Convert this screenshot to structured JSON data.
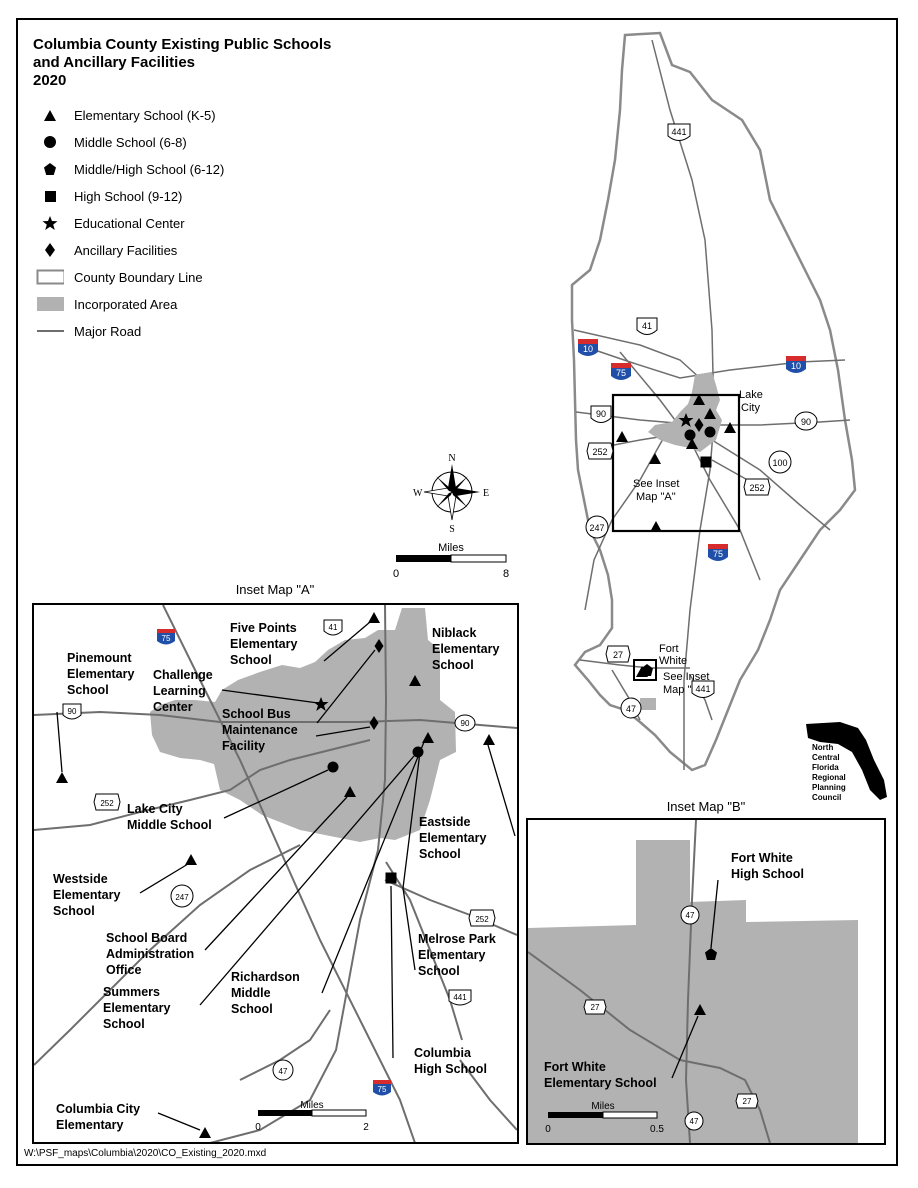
{
  "title": {
    "line1": "Columbia County Existing Public Schools",
    "line2": "and Ancillary Facilities",
    "line3": "2020"
  },
  "legend": [
    {
      "symbol": "triangle",
      "label": "Elementary School (K-5)"
    },
    {
      "symbol": "circle",
      "label": "Middle School (6-8)"
    },
    {
      "symbol": "pentagon",
      "label": "Middle/High School (6-12)"
    },
    {
      "symbol": "square",
      "label": "High School (9-12)"
    },
    {
      "symbol": "star",
      "label": "Educational Center"
    },
    {
      "symbol": "diamond",
      "label": "Ancillary Facilities"
    },
    {
      "symbol": "boundary",
      "label": "County Boundary Line"
    },
    {
      "symbol": "incorporated",
      "label": "Incorporated Area"
    },
    {
      "symbol": "road",
      "label": "Major Road"
    }
  ],
  "colors": {
    "incorporated": "#b2b2b2",
    "road": "#6e6e6e",
    "interstate_red": "#d62c2c",
    "interstate_blue": "#1f4fa8"
  },
  "compass": {
    "n": "N",
    "s": "S",
    "e": "E",
    "w": "W"
  },
  "main_scale": {
    "title": "Miles",
    "min": "0",
    "max": "8"
  },
  "main_labels": {
    "lake_city": [
      "Lake",
      "City"
    ],
    "fort_white": [
      "Fort",
      "White"
    ],
    "inset_a_note": [
      "See Inset",
      "Map \"A\""
    ],
    "inset_b_note": [
      "See Inset",
      "Map \"B\""
    ]
  },
  "main_routes": [
    "441",
    "41",
    "10",
    "10",
    "75",
    "90",
    "90",
    "252",
    "252",
    "100",
    "247",
    "75",
    "27",
    "441",
    "47"
  ],
  "rpc_label": [
    "North",
    "Central",
    "Florida",
    "Regional",
    "Planning",
    "Council"
  ],
  "inset_a": {
    "title": "Inset Map \"A\"",
    "routes": [
      "75",
      "41",
      "90",
      "90",
      "252",
      "247",
      "252",
      "441",
      "47",
      "75"
    ],
    "labels": {
      "five_points": [
        "Five Points",
        "Elementary",
        "School"
      ],
      "niblack": [
        "Niblack",
        "Elementary",
        "School"
      ],
      "pinemount": [
        "Pinemount",
        "Elementary",
        "School"
      ],
      "challenge": [
        "Challenge",
        "Learning",
        "Center"
      ],
      "school_bus": [
        "School Bus",
        "Maintenance",
        "Facility"
      ],
      "lake_city_ms": [
        "Lake City",
        "Middle School"
      ],
      "eastside": [
        "Eastside",
        "Elementary",
        "School"
      ],
      "westside": [
        "Westside",
        "Elementary",
        "School"
      ],
      "school_board": [
        "School Board",
        "Administration",
        "Office"
      ],
      "summers": [
        "Summers",
        "Elementary",
        "School"
      ],
      "richardson": [
        "Richardson",
        "Middle",
        "School"
      ],
      "melrose": [
        "Melrose Park",
        "Elementary",
        "School"
      ],
      "columbia_hs": [
        "Columbia",
        "High School"
      ],
      "columbia_city": [
        "Columbia City",
        "Elementary"
      ]
    },
    "scale": {
      "title": "Miles",
      "min": "0",
      "max": "2"
    }
  },
  "inset_b": {
    "title": "Inset Map \"B\"",
    "routes": [
      "47",
      "27",
      "47",
      "27"
    ],
    "labels": {
      "fw_high": [
        "Fort White",
        "High School"
      ],
      "fw_elem": [
        "Fort White",
        "Elementary School"
      ]
    },
    "scale": {
      "title": "Miles",
      "min": "0",
      "max": "0.5"
    }
  },
  "file_path": "W:\\PSF_maps\\Columbia\\2020\\CO_Existing_2020.mxd"
}
